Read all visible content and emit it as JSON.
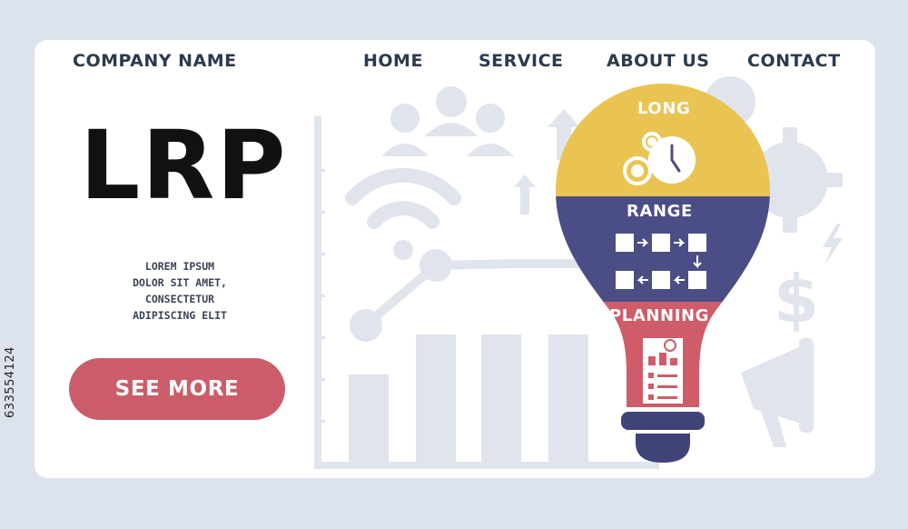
{
  "header": {
    "brand": "COMPANY NAME",
    "nav": {
      "home": "HOME",
      "service": "SERVICE",
      "about": "ABOUT US",
      "contact": "CONTACT"
    }
  },
  "hero": {
    "headline": "LRP",
    "body_lines": [
      "LOREM IPSUM",
      "DOLOR SIT AMET,",
      "CONSECTETUR",
      "ADIPISCING ELIT"
    ],
    "cta_label": "SEE MORE"
  },
  "bulb": {
    "top_label": "LONG",
    "middle_label": "RANGE",
    "bottom_label": "PLANNING"
  },
  "stock_id": "633554124",
  "colors": {
    "background": "#dde3ec",
    "card": "#ffffff",
    "cta": "#cb5d6a",
    "bulb_top": "#e9c453",
    "bulb_middle": "#4b4e85",
    "bulb_bottom": "#cf5c69",
    "bulb_base": "#3f4377",
    "bg_icons": "#dfe4ed",
    "text_dark": "#2c3a4f"
  },
  "icons": [
    "people-icon",
    "wifi-icon",
    "chart-icon",
    "arrow-up-icon",
    "gear-icon",
    "dollar-icon",
    "lightning-icon",
    "megaphone-icon",
    "clock-icon",
    "flowchart-icon",
    "document-icon"
  ]
}
